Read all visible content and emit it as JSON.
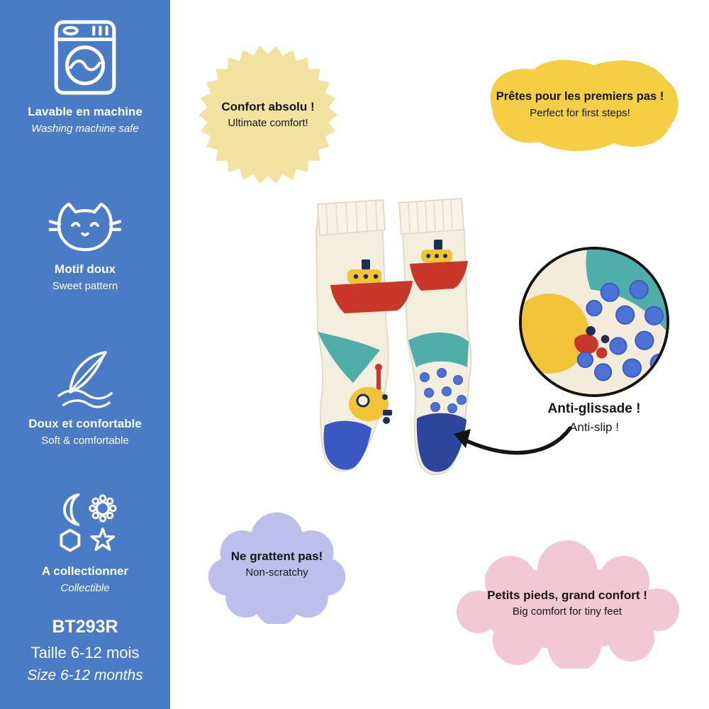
{
  "colors": {
    "sidebar_blue": "#4A7CC6",
    "starburst_yellow": "#F1E2A0",
    "first_steps_yellow": "#F6CE44",
    "non_scratchy_lavender": "#BDBEEC",
    "tiny_feet_pink": "#F3C8D5",
    "sock_cream": "#F4EEDE",
    "sock_teal": "#4FAEA9",
    "sock_red": "#C8372A",
    "sock_navy": "#2E459C",
    "sock_royal_blue": "#3A58C2",
    "grip_dot_blue": "#4C72D8",
    "text_dark": "#151515"
  },
  "sidebar": {
    "features": [
      {
        "icon": "washing-machine-icon",
        "title": "Lavable en machine",
        "subtitle": "Washing machine safe"
      },
      {
        "icon": "cat-icon",
        "title": "Motif doux",
        "subtitle": "Sweet pattern"
      },
      {
        "icon": "feather-icon",
        "title": "Doux et confortable",
        "subtitle": "Soft & comfortable"
      },
      {
        "icon": "collectible-icons",
        "title": "A collectionner",
        "subtitle": "Collectible"
      }
    ],
    "reference": "BT293R",
    "size_fr": "Taille 6-12 mois",
    "size_en": "Size 6-12 months"
  },
  "badges": {
    "comfort": {
      "title": "Confort absolu !",
      "subtitle": "Ultimate comfort!"
    },
    "first_steps": {
      "title": "Prêtes pour les premiers pas !",
      "subtitle": "Perfect for first steps!"
    },
    "anti_slip": {
      "title": "Anti-glissade !",
      "subtitle": "Anti-slip !"
    },
    "non_scratchy": {
      "title": "Ne grattent pas!",
      "subtitle": "Non-scratchy"
    },
    "tiny_feet": {
      "title": "Petits pieds, grand confort !",
      "subtitle": "Big comfort for tiny feet"
    }
  }
}
